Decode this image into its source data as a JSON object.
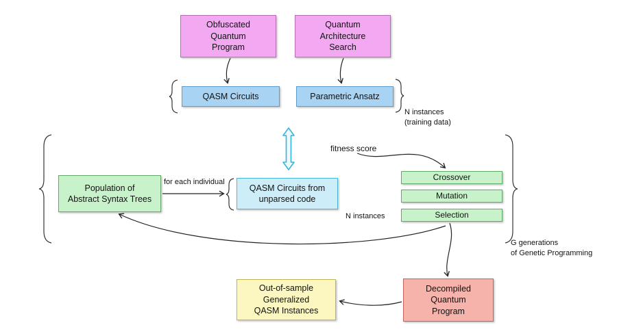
{
  "nodes": {
    "obfuscated": "Obfuscated\nQuantum\nProgram",
    "architecture_search": "Quantum\nArchitecture\nSearch",
    "qasm_circuits": "QASM Circuits",
    "parametric_ansatz": "Parametric Ansatz",
    "population": "Population of\nAbstract Syntax Trees",
    "qasm_unparsed": "QASM Circuits from\nunparsed code",
    "crossover": "Crossover",
    "mutation": "Mutation",
    "selection": "Selection",
    "decompiled": "Decompiled\nQuantum\nProgram",
    "out_of_sample": "Out-of-sample\nGeneralized\nQASM Instances"
  },
  "labels": {
    "n_instances_training": "N instances\n(training data)",
    "fitness_score": "fitness score",
    "for_each_individual": "for each individual",
    "n_instances": "N instances",
    "g_generations": "G generations\nof Genetic Programming"
  },
  "icons": {
    "brace_left": "{",
    "brace_right": "}",
    "double_arrow": "↕"
  },
  "colors": {
    "pink": "#f3a9f2",
    "blue": "#a9d3f3",
    "cyan": "#cdeef8",
    "green": "#c8f3ca",
    "yellow": "#fcf7c0",
    "salmon": "#f6b3ac",
    "double_arrow_stroke": "#35b5dd",
    "line": "#222222"
  }
}
